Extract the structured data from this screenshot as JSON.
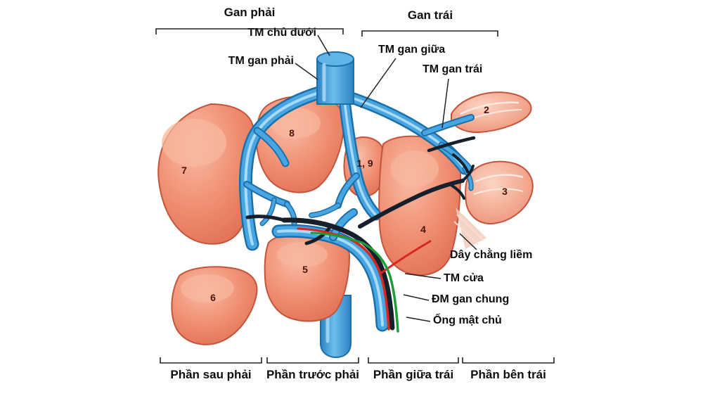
{
  "diagram": {
    "title": "Liver segments and hepatic vessels (Vietnamese anatomy diagram)",
    "region_labels": {
      "gan_phai": "Gan phải",
      "gan_trai": "Gan trái"
    },
    "vessel_labels": {
      "tm_chu_duoi": "TM chủ dưới",
      "tm_gan_phai": "TM gan phải",
      "tm_gan_giua": "TM gan giữa",
      "tm_gan_trai": "TM gan trái",
      "day_chang_liem": "Dây chằng liềm",
      "tm_cua": "TM cửa",
      "dm_gan_chung": "ĐM gan chung",
      "ong_mat_chu": "Ống mật chủ"
    },
    "section_labels": {
      "phan_sau_phai": "Phần sau phải",
      "phan_truoc_phai": "Phần trước phải",
      "phan_giua_trai": "Phần giữa trái",
      "phan_ben_trai": "Phần bên trái"
    },
    "segment_numbers": {
      "s2": "2",
      "s3": "3",
      "s4": "4",
      "s5": "5",
      "s6": "6",
      "s7": "7",
      "s8": "8",
      "s1_9": "1, 9"
    },
    "colors": {
      "liver_salmon": "#ed8268",
      "liver_light": "#f6ab92",
      "liver_edge": "#c2553c",
      "vein_blue": "#47a6e2",
      "vein_dark": "#1d6fa8",
      "portal_dark": "#16202c",
      "artery_red": "#d8271c",
      "bile_green": "#1d9b38",
      "text": "#0d0d0d",
      "background": "#ffffff"
    }
  }
}
